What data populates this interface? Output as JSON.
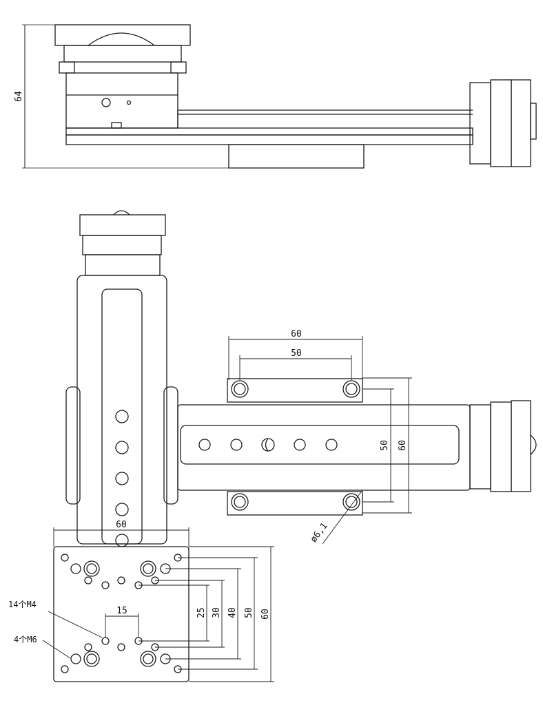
{
  "side_view": {
    "dims": {
      "height": "64"
    }
  },
  "top_view": {
    "dims": {
      "outer_span_top": "60",
      "inner_span_top": "50",
      "inner_span_right": "50",
      "outer_span_right": "60",
      "hole_diameter": "ø6,1"
    }
  },
  "base_plate": {
    "dims": {
      "width_top": "60",
      "spacing_15": "15",
      "v_25": "25",
      "v_30": "30",
      "v_40": "40",
      "v_50": "50",
      "v_60": "60"
    },
    "callouts": {
      "m4": "14个M4",
      "m6": "4个M6"
    }
  },
  "colors": {
    "line": "#1a1a1a",
    "fill": "#ffffff",
    "shade": "#f2f2f2"
  }
}
